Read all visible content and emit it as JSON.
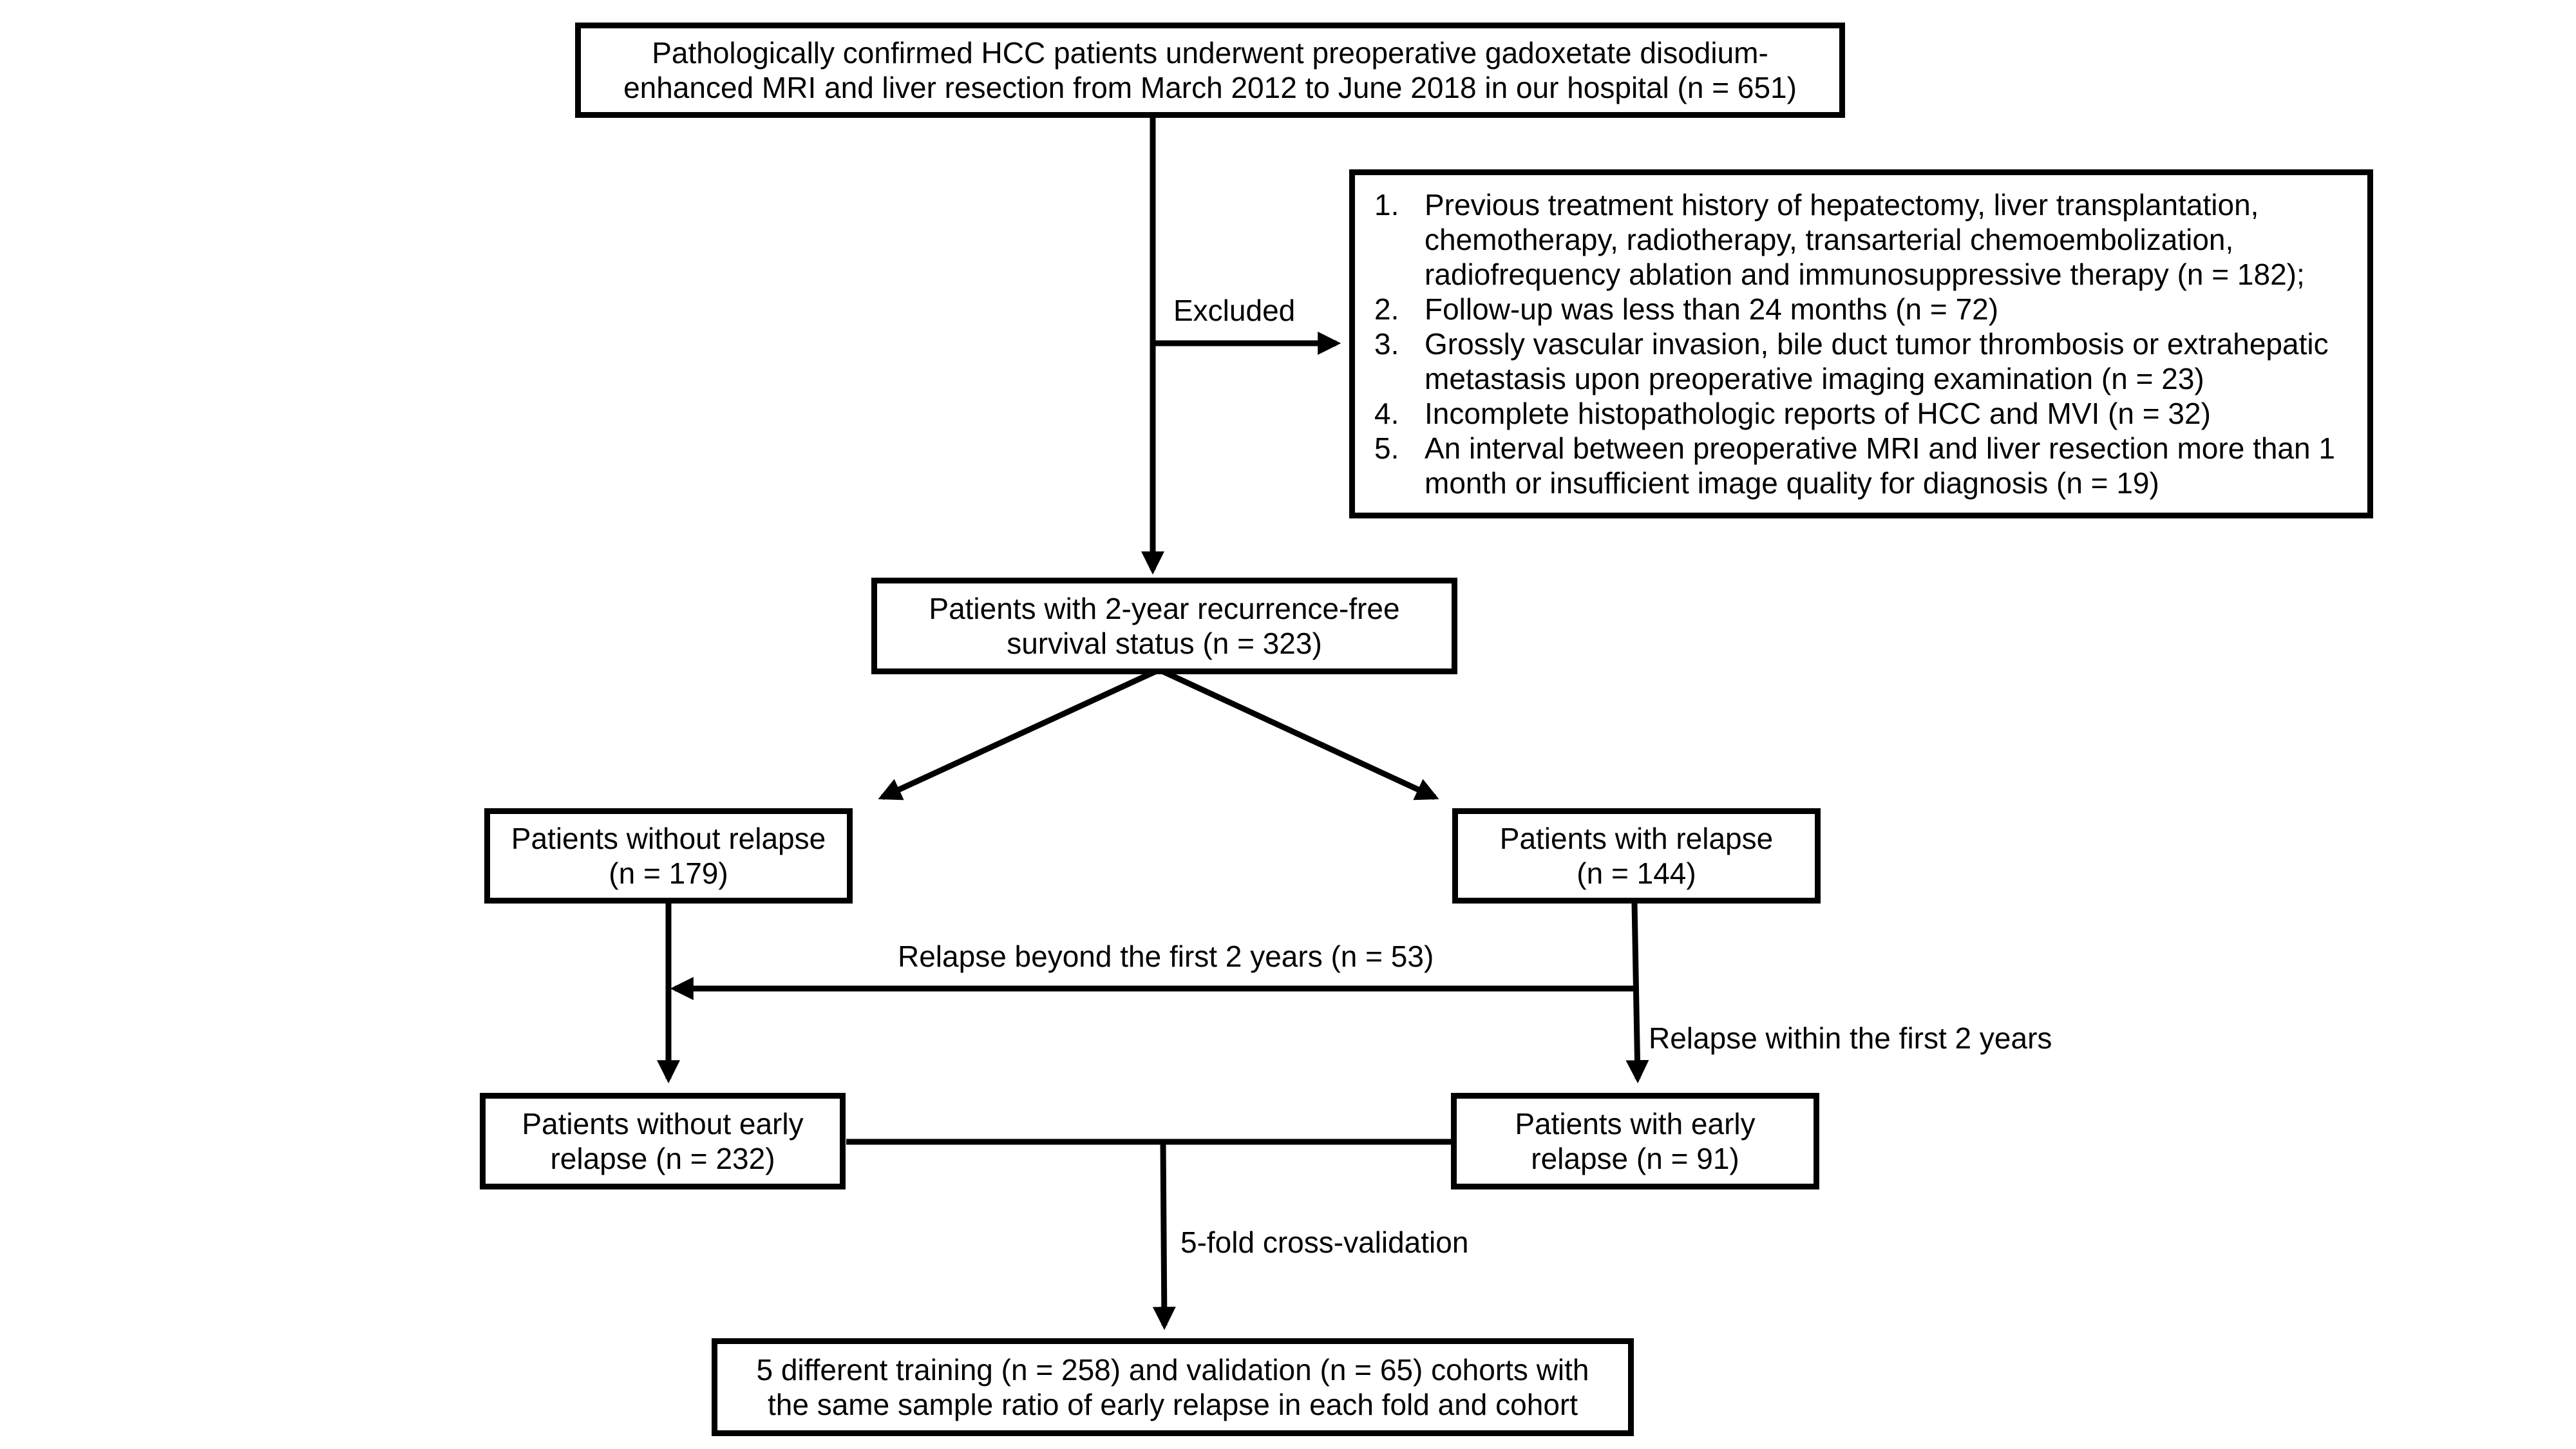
{
  "boxes": {
    "top": {
      "lines": [
        "Pathologically confirmed HCC patients underwent preoperative gadoxetate disodium-",
        "enhanced MRI and liver resection from March 2012 to June 2018 in our hospital (n = 651)"
      ]
    },
    "exclusion": {
      "items": [
        {
          "num": "1.",
          "lines": [
            "Previous treatment history of hepatectomy, liver transplantation,",
            "chemotherapy, radiotherapy, transarterial chemoembolization,",
            "radiofrequency ablation and immunosuppressive therapy  (n = 182);"
          ]
        },
        {
          "num": "2.",
          "lines": [
            "Follow-up was less than 24 months (n = 72)"
          ]
        },
        {
          "num": "3.",
          "lines": [
            "Grossly vascular invasion, bile duct tumor thrombosis or extrahepatic",
            "metastasis upon preoperative imaging examination (n = 23)"
          ]
        },
        {
          "num": "4.",
          "lines": [
            "Incomplete histopathologic reports of HCC and MVI (n = 32)"
          ]
        },
        {
          "num": "5.",
          "lines": [
            "An interval between preoperative MRI and liver resection more than 1",
            "month or insufficient image quality for diagnosis (n = 19)"
          ]
        }
      ]
    },
    "rfs": {
      "lines": [
        "Patients with 2-year recurrence-free",
        "survival status (n = 323)"
      ]
    },
    "no_relapse": {
      "lines": [
        "Patients without relapse",
        "(n = 179)"
      ]
    },
    "relapse": {
      "lines": [
        "Patients with relapse",
        "(n = 144)"
      ]
    },
    "no_early": {
      "lines": [
        "Patients without early",
        "relapse (n = 232)"
      ]
    },
    "early": {
      "lines": [
        "Patients with early",
        "relapse (n = 91)"
      ]
    },
    "final": {
      "lines": [
        "5 different training (n = 258) and validation (n = 65) cohorts with",
        "the same sample ratio of early relapse in each fold and cohort"
      ]
    }
  },
  "labels": {
    "excluded": "Excluded",
    "beyond": "Relapse beyond the first 2 years (n = 53)",
    "within": "Relapse within the first 2 years",
    "cv": "5-fold cross-validation"
  }
}
